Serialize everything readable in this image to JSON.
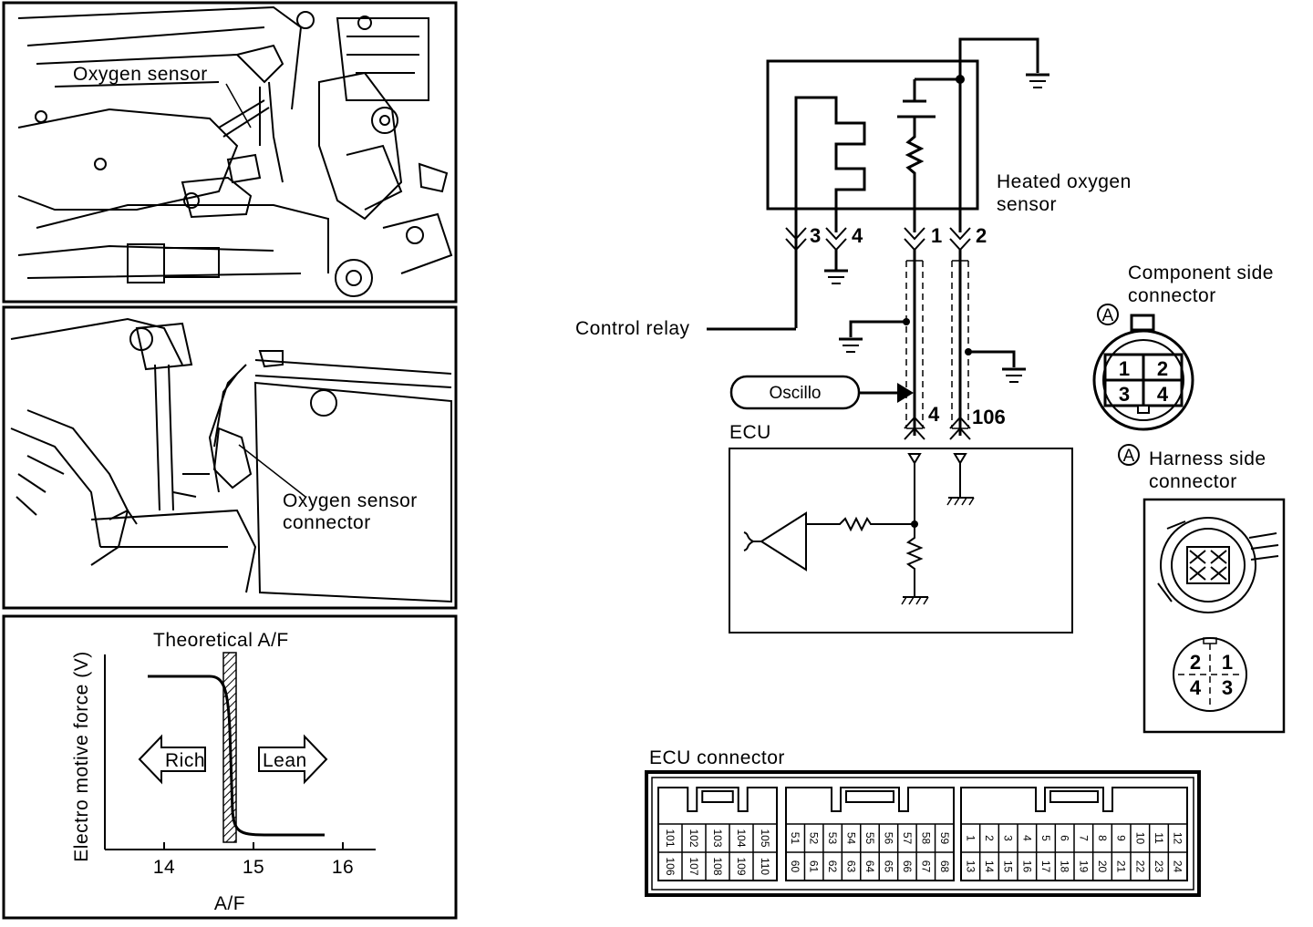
{
  "photo_panel_1": {
    "label": "Oxygen sensor"
  },
  "photo_panel_2": {
    "label_line1": "Oxygen sensor",
    "label_line2": "connector"
  },
  "graph": {
    "title": "Theoretical A/F",
    "ylabel": "Electro motive force (V)",
    "xlabel": "A/F",
    "ticks": [
      "14",
      "15",
      "16"
    ],
    "rich_label": "Rich",
    "lean_label": "Lean"
  },
  "sensor": {
    "label_line1": "Heated oxygen",
    "label_line2": "sensor",
    "pins": [
      "3",
      "4",
      "1",
      "2"
    ]
  },
  "control_relay": "Control relay",
  "oscillo": "Oscillo",
  "ecu": {
    "label": "ECU",
    "terminal_a": "4",
    "terminal_b": "106"
  },
  "component_connector": {
    "marker": "A",
    "label_line1": "Component side",
    "label_line2": "connector",
    "pins": [
      "1",
      "2",
      "3",
      "4"
    ]
  },
  "harness_connector": {
    "marker": "A",
    "label_line1": "Harness side",
    "label_line2": "connector",
    "pins": [
      "2",
      "1",
      "4",
      "3"
    ]
  },
  "ecu_connector": {
    "title": "ECU connector",
    "block1_top": [
      "101",
      "102",
      "103",
      "104",
      "105"
    ],
    "block1_bottom": [
      "106",
      "107",
      "108",
      "109",
      "110"
    ],
    "block2_top": [
      "51",
      "52",
      "53",
      "54",
      "55",
      "56",
      "57",
      "58",
      "59"
    ],
    "block2_bottom": [
      "60",
      "61",
      "62",
      "63",
      "64",
      "65",
      "66",
      "67",
      "68"
    ],
    "block3_top": [
      "1",
      "2",
      "3",
      "4",
      "5",
      "6",
      "7",
      "8",
      "9",
      "10",
      "11",
      "12"
    ],
    "block3_bottom": [
      "13",
      "14",
      "15",
      "16",
      "17",
      "18",
      "19",
      "20",
      "21",
      "22",
      "23",
      "24"
    ]
  }
}
